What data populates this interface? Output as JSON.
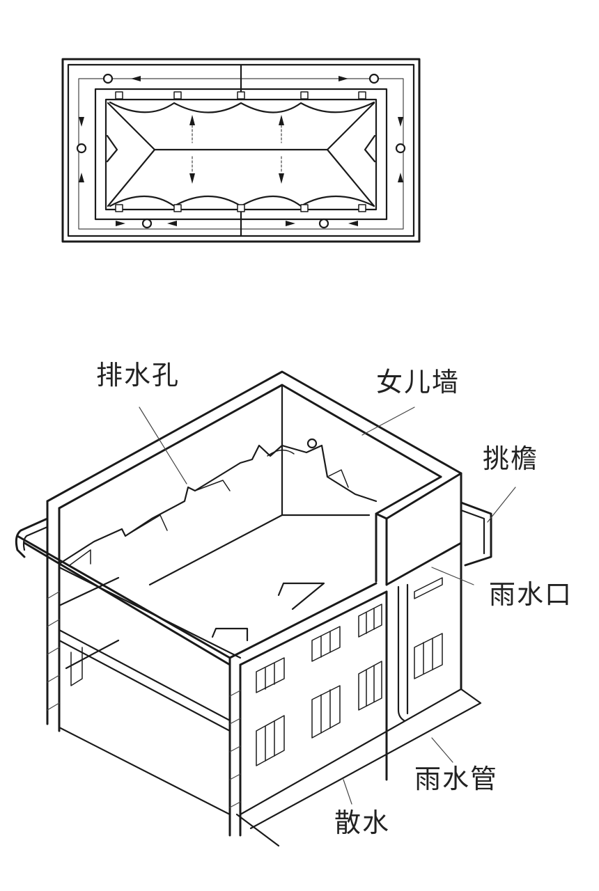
{
  "diagram": {
    "top_view": {
      "name": "roof-plan",
      "description": "Plan view of parapet roof with drainage arrows, outlets and drain holes"
    },
    "isometric_view": {
      "name": "building-isometric",
      "labels": {
        "drain_hole": "排水孔",
        "parapet_wall": "女儿墙",
        "cornice_gutter": "挑檐",
        "rain_outlet": "雨水口",
        "downpipe": "雨水管",
        "apron": "散水"
      }
    },
    "colors": {
      "line": "#1a1a1a",
      "background": "#ffffff"
    }
  }
}
